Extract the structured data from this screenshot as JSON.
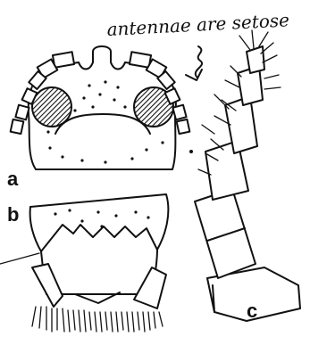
{
  "annotation": "antennae are setose",
  "labels": {
    "a": "a",
    "b": "b",
    "c": "c"
  }
}
